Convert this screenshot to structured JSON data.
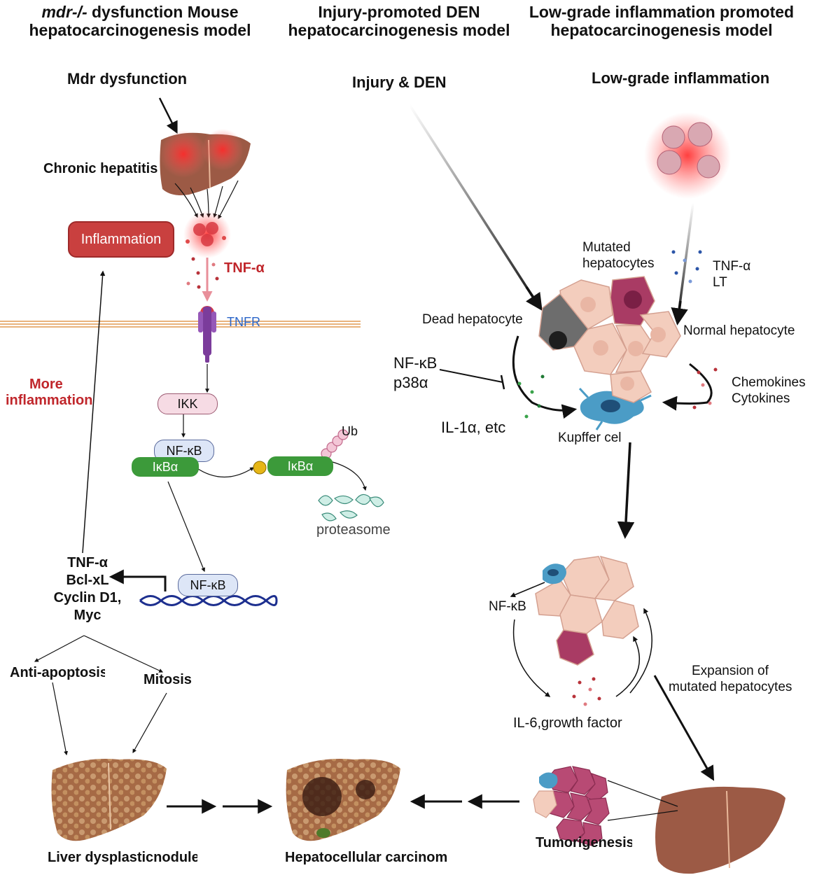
{
  "headers": {
    "left_italic": "mdr-/-",
    "left_rest": " dysfunction Mouse",
    "left_line2": "hepatocarcinogenesis model",
    "middle_line1": "Injury-promoted DEN",
    "middle_line2": "hepatocarcinogenesis model",
    "right_line1": "Low-grade  inflammation promoted",
    "right_line2": "hepatocarcinogenesis model"
  },
  "left": {
    "trigger": "Mdr dysfunction",
    "chronic_hepatitis": "Chronic hepatitis",
    "inflammation_box": "Inflammation",
    "tnf_alpha": "TNF-α",
    "tnfr": "TNFR",
    "more_inflammation_1": "More",
    "more_inflammation_2": "inflammation",
    "ikk": "IKK",
    "nfkb": "NF-κB",
    "ikba": "IκBα",
    "ikba_p": "IκBα",
    "ub": "Ub",
    "proteasome": "proteasome",
    "nfkb_dna": "NF-κB",
    "targets": [
      "TNF-α",
      "Bcl-xL",
      "Cyclin D1,",
      "Myc"
    ],
    "anti_apoptosis": "Anti-apoptosis",
    "mitosis": "Mitosis",
    "dysplastic": "Liver dysplasticnodule",
    "hcc": "Hepatocellular carcinom"
  },
  "middle": {
    "trigger": "Injury & DEN",
    "dead_hepatocyte": "Dead hepatocyte",
    "nfkb": "NF-κB",
    "p38": "p38α",
    "il1": "IL-1α, etc",
    "kupffer": "Kupffer cel"
  },
  "right": {
    "trigger": "Low-grade inflammation",
    "mutated_1": "Mutated",
    "mutated_2": "hepatocytes",
    "tnf_alpha": "TNF-α",
    "lt": "LT",
    "normal_hepatocyte": "Normal  hepatocyte",
    "chemokines": "Chemokines",
    "cytokines": "Cytokines",
    "nfkb": "NF-κB",
    "expansion_1": "Expansion of",
    "expansion_2": "mutated hepatocytes",
    "il6": "IL-6,growth factor",
    "tumorigenesis": "Tumorigenesis"
  },
  "colors": {
    "red_text": "#c0262b",
    "blue_text": "#2c66c8",
    "inflammation_box": "#c9403f",
    "ikk_fill": "#f6dbe4",
    "nfkb_fill": "#dde6f7",
    "ikba_fill": "#3c9a3a",
    "liver_fill": "#9c5a45",
    "hepatocyte_fill": "#f3cdbd",
    "mutated_fill": "#a93b64"
  }
}
